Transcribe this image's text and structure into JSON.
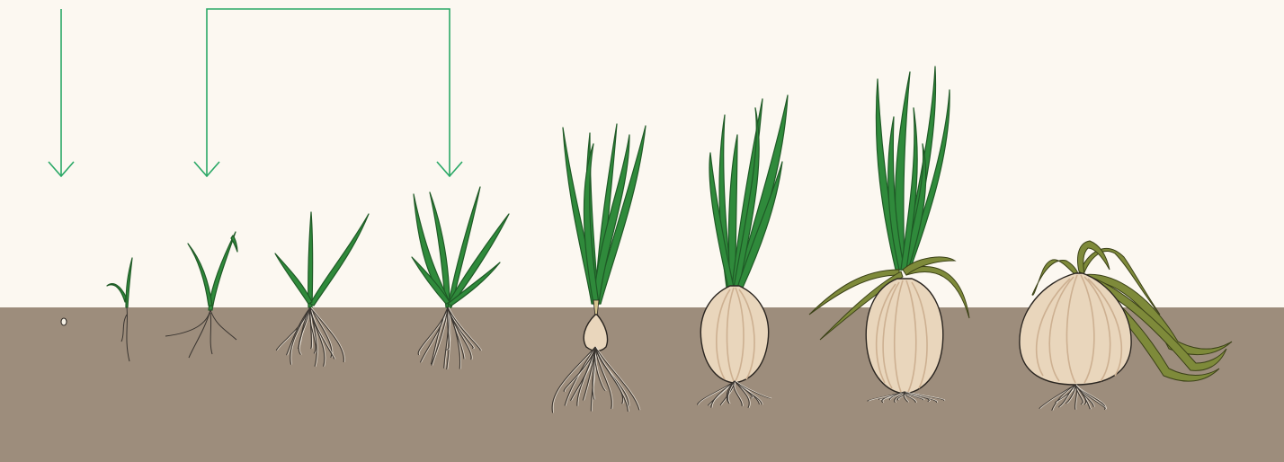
{
  "colors": {
    "sky": "#fcf8f1",
    "soil": "#9d8d7c",
    "arrow": "#2aa866",
    "leaf": "#2f8a3b",
    "leaf_dark": "#1f5a26",
    "dry_leaf": "#7e8a3a",
    "bulb": "#e9d6bc",
    "bulb_shade": "#cdb091",
    "root": "#3a3530",
    "outline": "#2a2520"
  },
  "stages": [
    {
      "id": "seed",
      "leaves": 0
    },
    {
      "id": "sprout",
      "leaves": 1
    },
    {
      "id": "seedling",
      "leaves": 2
    },
    {
      "id": "young-plant",
      "leaves": 3
    },
    {
      "id": "leafy-plant",
      "leaves": 6
    },
    {
      "id": "bulb-forming",
      "leaves": 7
    },
    {
      "id": "bulb-swelling",
      "leaves": 8
    },
    {
      "id": "mature-bulb",
      "leaves": 8
    },
    {
      "id": "harvest-bulb",
      "leaves": 0
    }
  ],
  "arrows": [
    {
      "id": "single-arrow",
      "type": "down"
    },
    {
      "id": "bracket-arrow",
      "type": "bracket"
    }
  ]
}
